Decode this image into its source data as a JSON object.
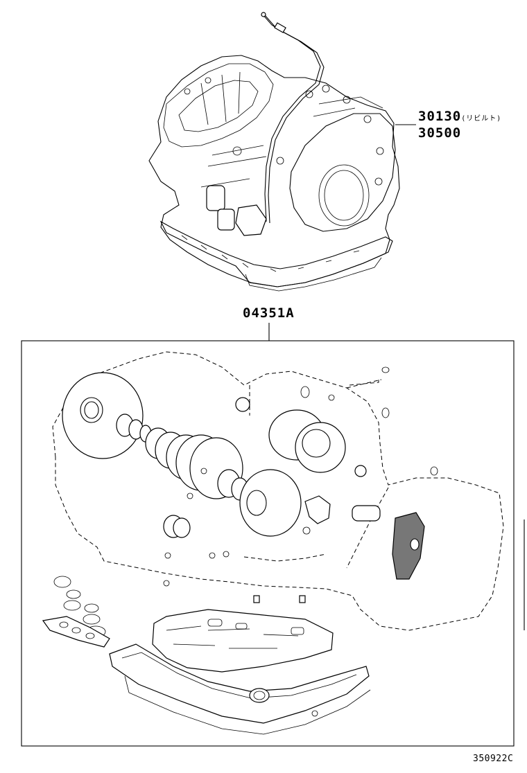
{
  "callouts": {
    "assy_rebuilt": {
      "part_no": "30130",
      "note": "(リビルト)"
    },
    "assy_new": {
      "part_no": "30500"
    },
    "gasket_kit": {
      "part_no": "04351A"
    }
  },
  "illustration_id": "350922C"
}
